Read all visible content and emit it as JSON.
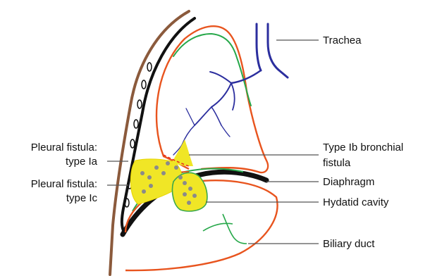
{
  "labels": {
    "trachea": "Trachea",
    "pleural_fistula_1_line1": "Pleural fistula:",
    "pleural_fistula_1_line2": "type Ia",
    "pleural_fistula_2_line1": "Pleural fistula:",
    "pleural_fistula_2_line2": "type Ic",
    "bronchial_fistula_line1": "Type Ib bronchial",
    "bronchial_fistula_line2": "fistula",
    "diaphragm": "Diaphragm",
    "hydatid_cavity": "Hydatid cavity",
    "biliary_duct": "Biliary duct"
  },
  "colors": {
    "chest_wall": "#8b5a3c",
    "pleura": "#111111",
    "lung_outline": "#e8541e",
    "visceral_line": "#27a84a",
    "airway": "#2b2e9e",
    "cyst_fill": "#f0e626",
    "cyst_spots": "#8a8a8a",
    "fistula_track": "#e8241e",
    "leader_line": "#555555"
  }
}
